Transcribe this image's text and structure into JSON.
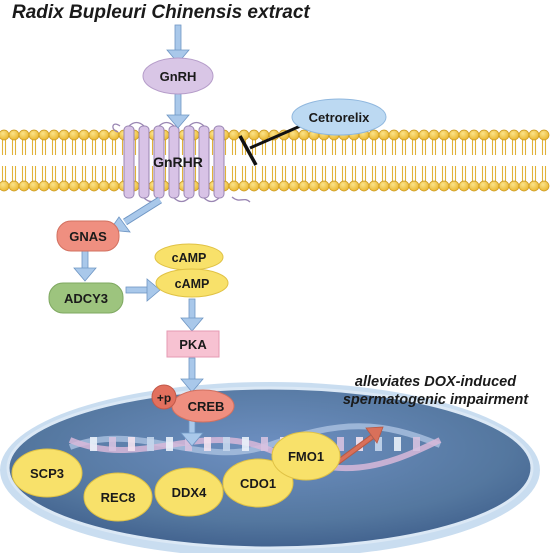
{
  "title": "Radix Bupleuri Chinensis extract",
  "nodes": {
    "gnrh": "GnRH",
    "gnrhr": "GnRHR",
    "cetrorelix": "Cetrorelix",
    "gnas": "GNAS",
    "adcy3": "ADCY3",
    "camp_top": "cAMP",
    "camp_bottom": "cAMP",
    "pka": "PKA",
    "phospho": "+p",
    "creb": "CREB",
    "scp3": "SCP3",
    "rec8": "REC8",
    "ddx4": "DDX4",
    "cdo1": "CDO1",
    "fmo1": "FMO1"
  },
  "outcome": {
    "line1": "alleviates DOX-induced",
    "line2": "spermatogenic impairment"
  },
  "colors": {
    "gnrh": "#d9c6e6",
    "cetrorelix": "#bcd9f2",
    "gnas": "#ef8f80",
    "adcy3": "#9dc47e",
    "camp": "#f8e16a",
    "pka": "#f7c2d2",
    "creb": "#ef8f80",
    "genes": "#f8e16a",
    "nucleus": "#5b7fb3",
    "membrane": "#f3c53e",
    "arrow": "#a9c8ea",
    "output_arrow": "#d9705a"
  }
}
